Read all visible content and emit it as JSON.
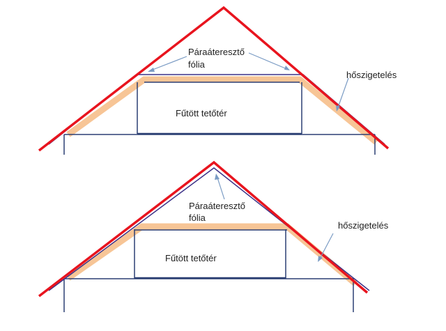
{
  "diagrams": [
    {
      "membrane_label": [
        "Páraáteresztő",
        "fólia"
      ],
      "room_label": "Fűtött tetőtér",
      "insulation_label": "hőszigetelés"
    },
    {
      "membrane_label": [
        "Páraáteresztő",
        "fólia"
      ],
      "room_label": "Fűtött tetőtér",
      "insulation_label": "hőszigetelés"
    }
  ],
  "colors": {
    "roof": "#e8141e",
    "insulation": "#f7c596",
    "structure": "#2b3f73",
    "membrane": "#3c3288",
    "arrow": "#7a9bc4",
    "text": "#1f1f1f"
  }
}
